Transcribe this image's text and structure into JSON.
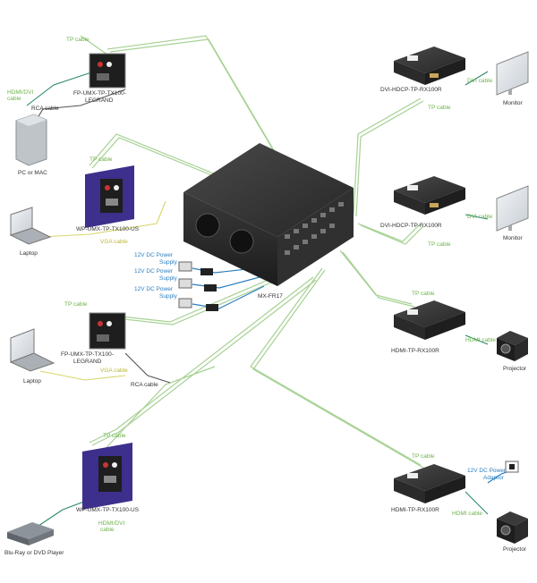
{
  "devices": {
    "fp_tx_1": [
      "FP-UMX-TP-TX100-",
      "LEGRAND"
    ],
    "pc": "PC or MAC",
    "wp_tx_1": "WP-UMX-TP-TX100-US",
    "laptop_1": "Laptop",
    "fp_tx_2": [
      "FP-UMX-TP-TX100-",
      "LEGRAND"
    ],
    "laptop_2": "Laptop",
    "wp_tx_2": "WP-UMX-TP-TX100-US",
    "bluray": "Blu-Ray or DVD Player",
    "matrix": "MX-FR17",
    "dvi_rx_1": "DVI-HDCP-TP-RX100R",
    "monitor_1": "Monitor",
    "dvi_rx_2": "DVI-HDCP-TP-RX100R",
    "monitor_2": "Monitor",
    "hdmi_rx_1": "HDMI-TP-RX100R",
    "projector_1": "Projector",
    "hdmi_rx_2": "HDMI-TP-RX100R",
    "projector_2": "Projector"
  },
  "cables": {
    "tp_cable": "TP cable",
    "hdmi_dvi_cable": [
      "HDMI/DVI",
      "cable"
    ],
    "rca_cable": "RCA cable",
    "vga_cable": "VGA cable",
    "dvi_cable": "DVI cable",
    "hdmi_cable": "HDMI cable",
    "hdmi_dvi_cable_bottom": [
      "HDMI/DVI",
      "cable"
    ]
  },
  "power": {
    "supply": [
      "12V DC Power",
      "Supply"
    ],
    "adaptor": [
      "12V DC Power",
      "Adaptor"
    ]
  },
  "colors": {
    "tp": "#9cc98a",
    "hdmi": "#2b8a6a",
    "power": "#2b7fc0",
    "vga": "#d8d66a",
    "device_dark": "#2a2a2a",
    "wallplate": "#3d2f8c"
  }
}
